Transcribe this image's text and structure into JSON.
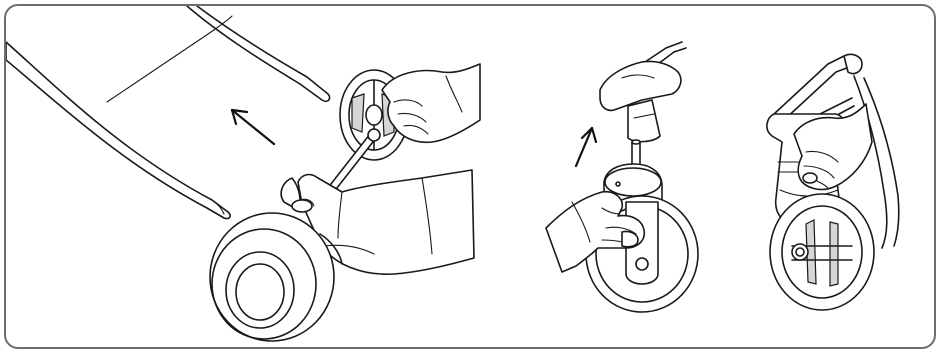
{
  "panels": [
    {
      "id": "panel-rear-wheel-removal",
      "steps": 1
    },
    {
      "id": "panel-front-wheel-removal",
      "steps": 1
    },
    {
      "id": "panel-front-wheel-attached",
      "steps": 1
    }
  ],
  "colors": {
    "line": "#1a1a1a",
    "frame_border": "#6e6e6e",
    "background": "#ffffff"
  },
  "icons": [
    "arrow-up-left-icon",
    "arrow-up-icon"
  ]
}
